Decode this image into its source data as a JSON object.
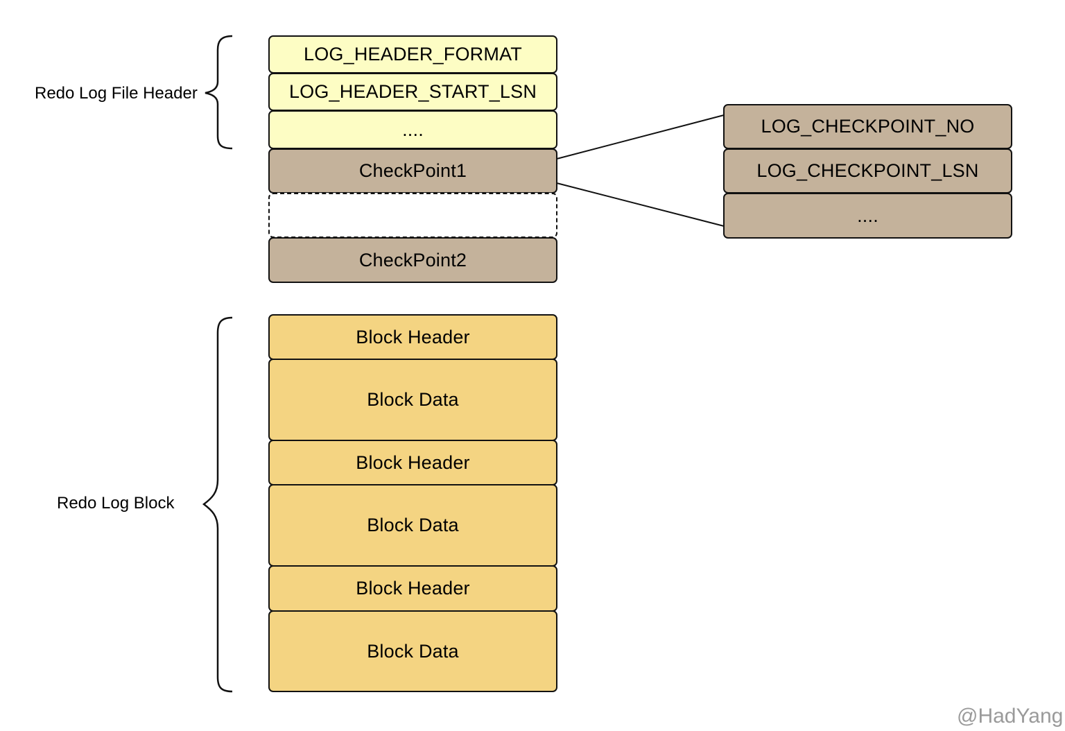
{
  "header_group": {
    "label": "Redo Log File Header",
    "rows": [
      "LOG_HEADER_FORMAT",
      "LOG_HEADER_START_LSN",
      "...."
    ]
  },
  "checkpoints": {
    "first": "CheckPoint1",
    "gap": "",
    "second": "CheckPoint2"
  },
  "checkpoint_detail": {
    "rows": [
      "LOG_CHECKPOINT_NO",
      "LOG_CHECKPOINT_LSN",
      "...."
    ]
  },
  "block_group": {
    "label": "Redo Log Block",
    "rows": [
      "Block Header",
      "Block Data",
      "Block Header",
      "Block Data",
      "Block Header",
      "Block Data"
    ]
  },
  "watermark": "@HadYang",
  "colors": {
    "header_fill": "#fdfdc4",
    "checkpoint_fill": "#c4b29b",
    "block_fill": "#f4d482",
    "border": "#111111"
  }
}
